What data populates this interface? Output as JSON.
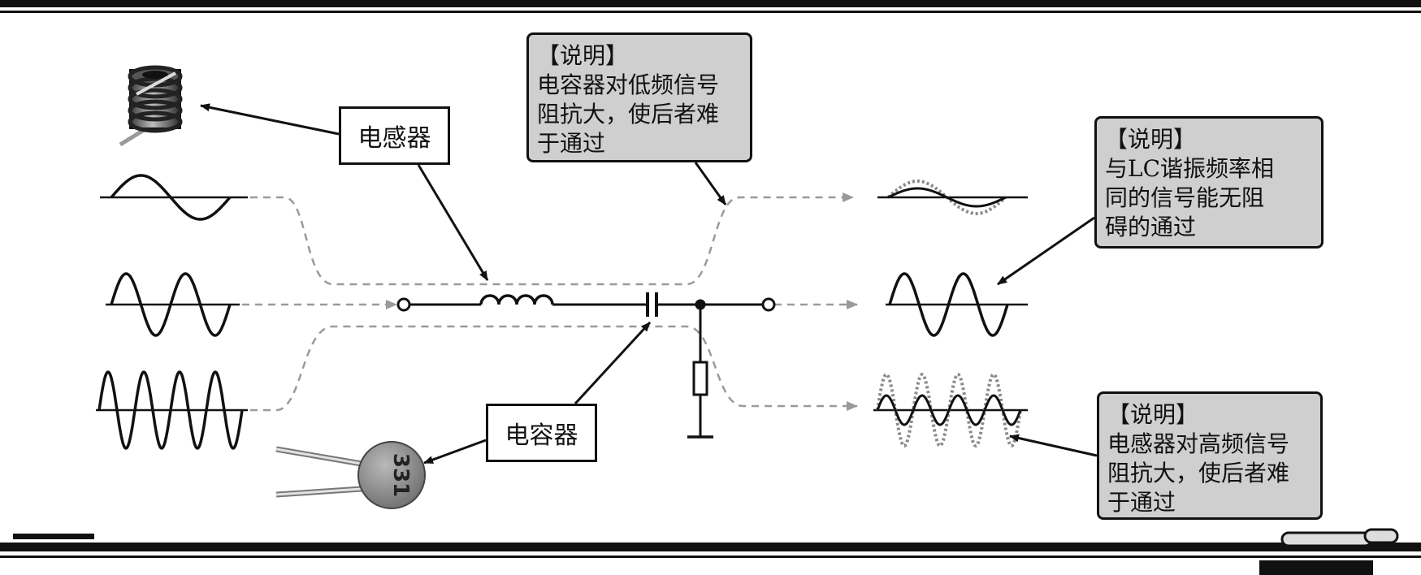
{
  "labels": {
    "inductor": "电感器",
    "capacitor": "电容器"
  },
  "notes": {
    "low_freq": {
      "title": "【说明】",
      "lines": [
        "电容器对低频信号",
        "阻抗大，使后者难",
        "于通过"
      ]
    },
    "resonant": {
      "title": "【说明】",
      "lines": [
        "与LC谐振频率相",
        "同的信号能无阻",
        "碍的通过"
      ]
    },
    "high_freq": {
      "title": "【说明】",
      "lines": [
        "电感器对高频信号",
        "阻抗大，使后者难",
        "于通过"
      ]
    }
  },
  "photos": {
    "capacitor_marking": "331"
  },
  "icons": [
    "inductor-coil-photo",
    "ceramic-capacitor-photo"
  ],
  "colors": {
    "line": "#111111",
    "dashed_path": "#9a9a9a",
    "note_fill": "#cfcfcf",
    "attenuated_wave": "#8a8a8a"
  }
}
